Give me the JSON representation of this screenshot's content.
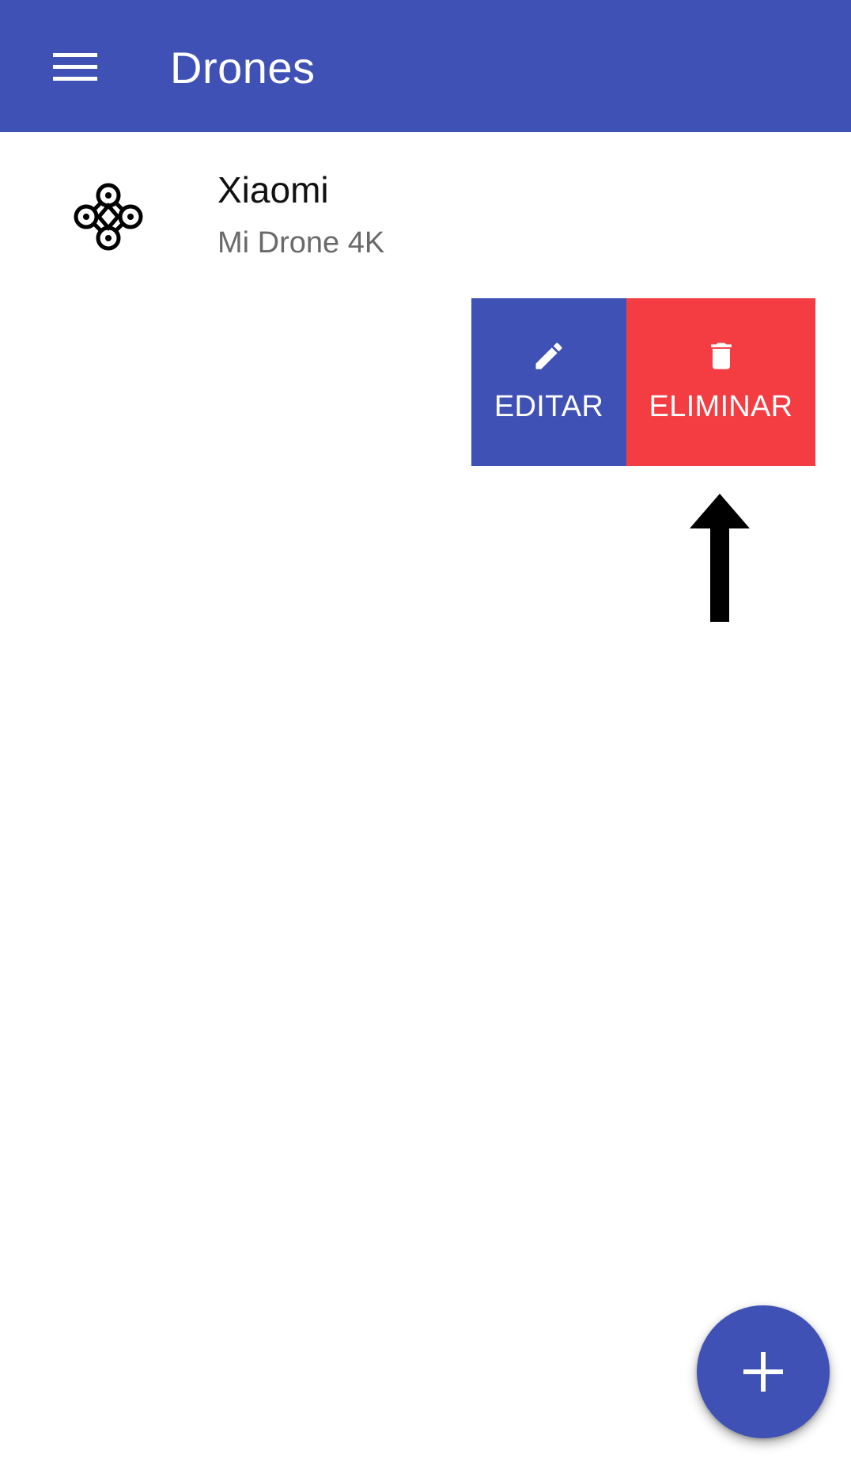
{
  "toolbar": {
    "title": "Drones",
    "menu_icon": "hamburger-menu-icon",
    "background": "#3f51b5"
  },
  "drone_list": [
    {
      "brand": "Xiaomi",
      "model": "Mi Drone 4K",
      "icon": "drone-icon"
    }
  ],
  "item_options": {
    "edit_label": "EDITAR",
    "edit_icon": "pencil-icon",
    "edit_color": "#3f51b5",
    "delete_label": "ELIMINAR",
    "delete_icon": "trash-icon",
    "delete_color": "#f43d42"
  },
  "annotation": {
    "icon": "up-arrow-icon"
  },
  "fab": {
    "icon": "plus-icon",
    "color": "#3f51b5"
  }
}
